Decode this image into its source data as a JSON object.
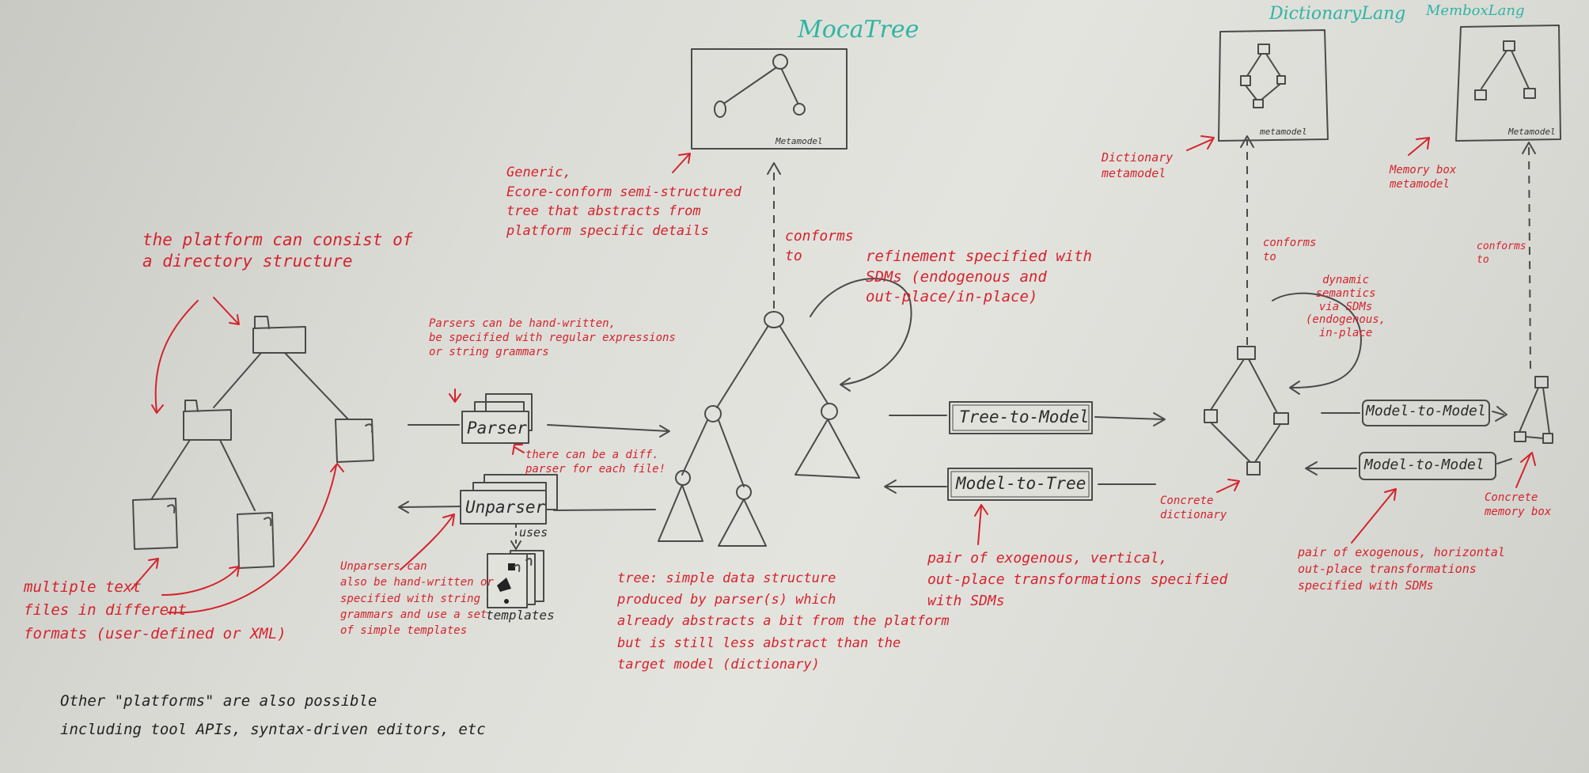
{
  "headings": {
    "moca_tree": "MocaTree",
    "dictionary_lang": "DictionaryLang",
    "membox_lang": "MemboxLang"
  },
  "metamodel_labels": {
    "moca": "Metamodel",
    "dictionary": "metamodel",
    "membox": "Metamodel"
  },
  "conforms_to": {
    "moca": "conforms\nto",
    "dictionary": "conforms\nto",
    "membox": "conforms\nto"
  },
  "boxes": {
    "parser": "Parser",
    "unparser": "Unparser",
    "tree_to_model": "Tree-to-Model",
    "model_to_tree": "Model-to-Tree",
    "model_to_model_top": "Model-to-Model",
    "model_to_model_bottom": "Model-to-Model"
  },
  "labels": {
    "uses": "uses",
    "templates": "templates"
  },
  "notes": {
    "platform_dir": "the platform can consist of\na directory structure",
    "text_files": "multiple text\nfiles in different\nformats (user-defined or XML)",
    "other_platforms": "Other \"platforms\" are also possible\nincluding tool APIs, syntax-driven editors, etc",
    "parsers": "Parsers can be hand-written,\nbe specified with regular expressions\nor string grammars",
    "diff_parser": "there can be a diff.\nparser for each file!",
    "unparsers": "Unparsers can\nalso be hand-written or\nspecified with string\ngrammars and use a set\nof simple templates",
    "generic": "Generic,\nEcore-conform semi-structured\ntree that abstracts from\nplatform specific details",
    "tree": "tree: simple data structure\nproduced by parser(s) which\nalready abstracts a bit from the platform\nbut is still less abstract than the\ntarget model (dictionary)",
    "refinement": "refinement specified with\nSDMs (endogenous and\nout-place/in-place)",
    "pair_vertical": "pair of exogenous, vertical,\nout-place transformations specified\nwith SDMs",
    "dictionary_metamodel": "Dictionary\nmetamodel",
    "dynamic_semantics": "dynamic\nsemantics\nvia SDMs\n(endogenous,\nin-place",
    "concrete_dictionary": "Concrete\ndictionary",
    "memory_box_metamodel": "Memory box\nmetamodel",
    "pair_horizontal": "pair of exogenous, horizontal\nout-place transformations\nspecified with SDMs",
    "concrete_memory_box": "Concrete\nmemory box"
  },
  "colors": {
    "marker_red": "#d4232c",
    "marker_teal": "#2fb5a3",
    "marker_black": "#2b2b2b"
  }
}
